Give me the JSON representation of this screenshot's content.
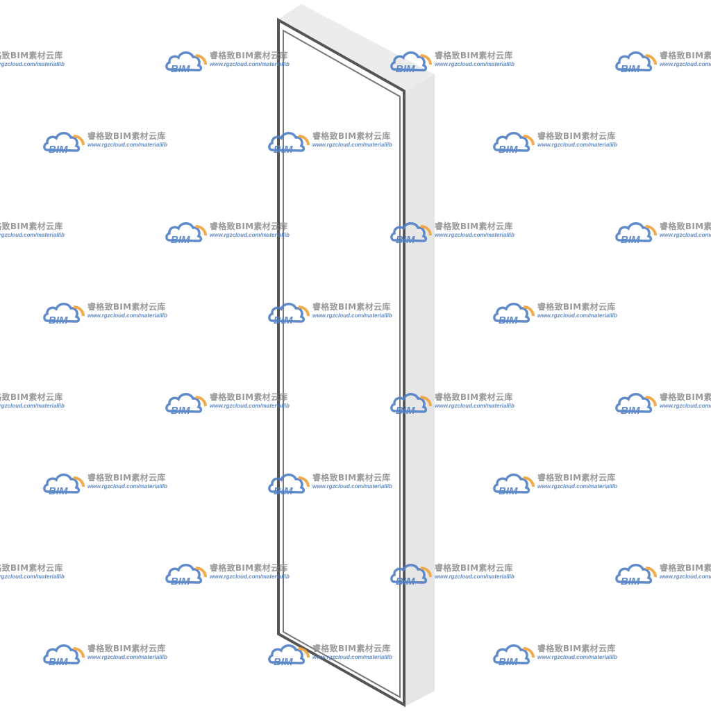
{
  "watermark": {
    "logo_text": "BIM",
    "title": "睿格致BIM素材云库",
    "url": "www.rgzcloud.com/materiallib",
    "logo_blue": "#4f7fc6",
    "logo_orange": "#f0a23a"
  },
  "model": {
    "subject": "door-frame",
    "side_color": "#e6e6e6",
    "edge_color": "#5a5a5a"
  }
}
